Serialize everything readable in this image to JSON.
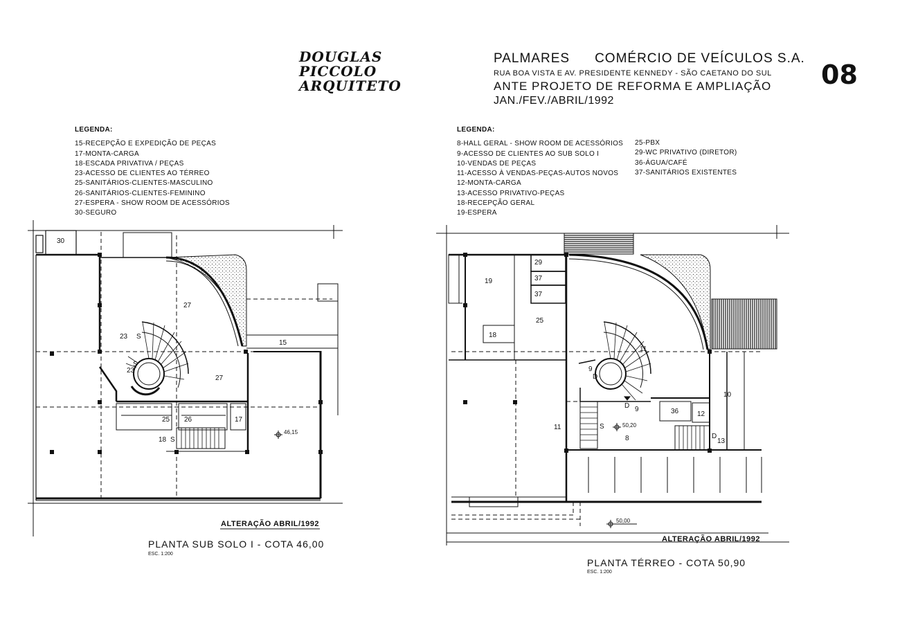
{
  "logo": {
    "line1": "DOUGLAS",
    "line2": "PICCOLO",
    "line3": "ARQUITETO"
  },
  "header": {
    "client": "PALMARES",
    "company": "COMÉRCIO DE VEÍCULOS S.A.",
    "address": "RUA BOA VISTA E AV. PRESIDENTE KENNEDY - SÃO CAETANO DO SUL",
    "project": "ANTE PROJETO DE REFORMA E AMPLIAÇÃO",
    "dates": "JAN./FEV./ABRIL/1992",
    "sheet_number": "08"
  },
  "legend_left": {
    "title": "LEGENDA:",
    "items": [
      "15-RECEPÇÃO E EXPEDIÇÃO DE PEÇAS",
      "17-MONTA-CARGA",
      "18-ESCADA PRIVATIVA / PEÇAS",
      "23-ACESSO DE CLIENTES AO TÉRREO",
      "25-SANITÁRIOS-CLIENTES-MASCULINO",
      "26-SANITÁRIOS-CLIENTES-FEMININO",
      "27-ESPERA - SHOW ROOM DE ACESSÓRIOS",
      "30-SEGURO"
    ]
  },
  "legend_right": {
    "title": "LEGENDA:",
    "col1": [
      "8-HALL GERAL - SHOW ROOM DE ACESSÓRIOS",
      "9-ACESSO DE CLIENTES AO SUB SOLO I",
      "10-VENDAS DE PEÇAS",
      "11-ACESSO À VENDAS-PEÇAS-AUTOS NOVOS",
      "12-MONTA-CARGA",
      "13-ACESSO PRIVATIVO-PEÇAS",
      "18-RECEPÇÃO GERAL",
      "19-ESPERA"
    ],
    "col2": [
      "25-PBX",
      "29-WC PRIVATIVO (DIRETOR)",
      "36-ÁGUA/CAFÉ",
      "37-SANITÁRIOS EXISTENTES"
    ]
  },
  "plan_left": {
    "title": "PLANTA SUB SOLO I - COTA 46,00",
    "scale": "ESC. 1:200",
    "alteration": "ALTERAÇÃO ABRIL/1992",
    "labels": {
      "r30": "30",
      "r27a": "27",
      "r23a": "23",
      "r23b": "23",
      "r27b": "27",
      "r15": "15",
      "r25": "25",
      "r26": "26",
      "r17": "17",
      "r18": "18",
      "s1": "S",
      "s2": "S",
      "s3": "S",
      "level": "46,15"
    }
  },
  "plan_right": {
    "title": "PLANTA TÉRREO - COTA 50,90",
    "scale": "ESC. 1:200",
    "alteration": "ALTERAÇÃO ABRIL/1992",
    "labels": {
      "r29": "29",
      "r37a": "37",
      "r37b": "37",
      "r19": "19",
      "r25": "25",
      "r18": "18",
      "r11a": "11",
      "r9a": "9",
      "r9b": "9",
      "r10": "10",
      "r36": "36",
      "r12": "12",
      "r13": "13",
      "r11b": "11",
      "r8": "8",
      "d1": "D",
      "d2": "D",
      "d3": "D",
      "s1": "S",
      "level1": "50,20",
      "level2": "50,00"
    }
  }
}
